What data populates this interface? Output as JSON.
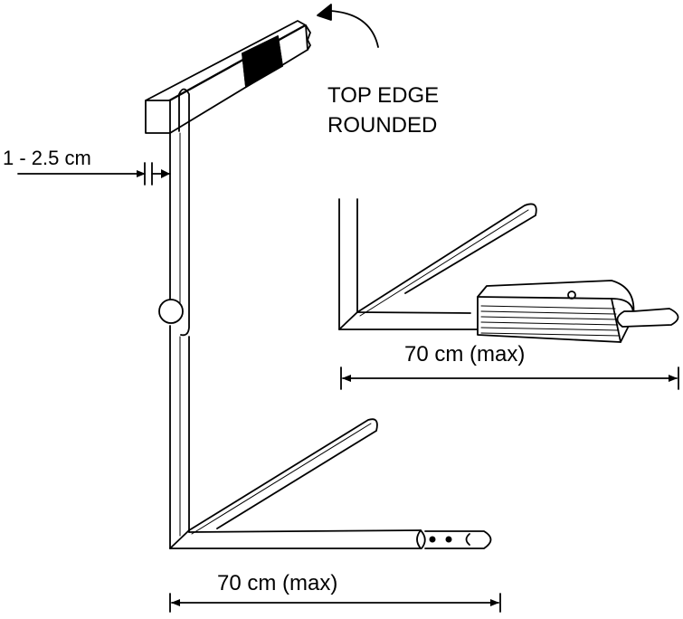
{
  "labels": {
    "top_edge_line1": "TOP EDGE",
    "top_edge_line2": "ROUNDED",
    "thickness": "1 - 2.5 cm",
    "lower_width": "70 cm (max)",
    "inset_width": "70 cm (max)"
  },
  "colors": {
    "line": "#000000",
    "background": "#ffffff",
    "band": "#000000"
  }
}
